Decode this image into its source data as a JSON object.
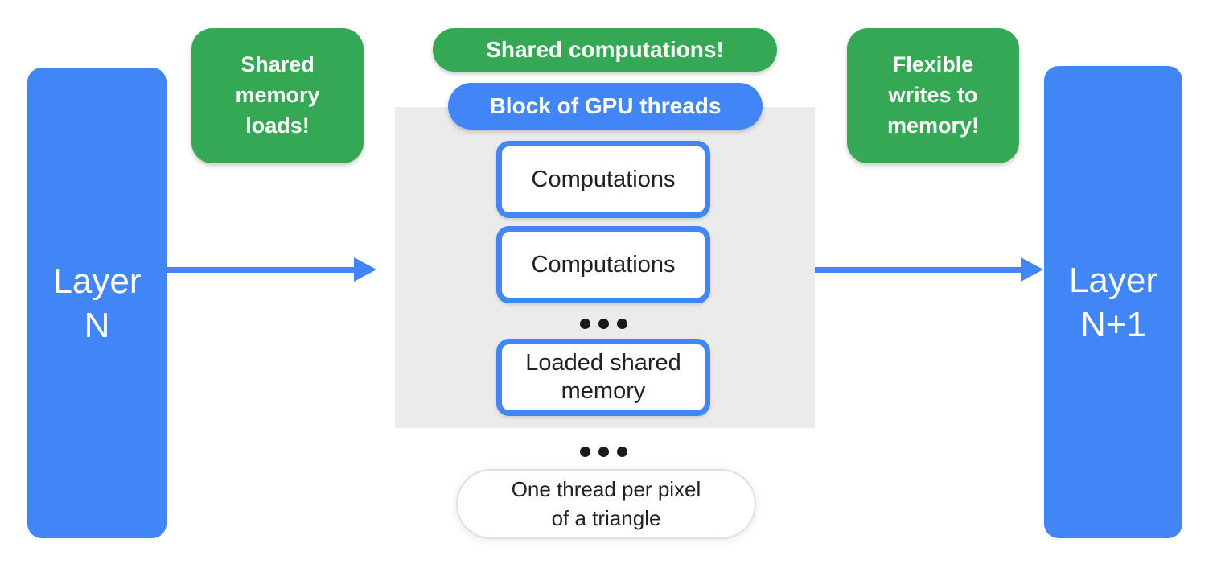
{
  "diagram": {
    "layer_left": {
      "label": "Layer\nN"
    },
    "layer_right": {
      "label": "Layer\nN+1"
    },
    "callout_left": {
      "label": "Shared\nmemory\nloads!"
    },
    "callout_center": {
      "label": "Shared computations!"
    },
    "callout_right": {
      "label": "Flexible\nwrites to\nmemory!"
    },
    "gpu_block": {
      "header": "Block of GPU threads",
      "items": [
        "Computations",
        "Computations",
        "Loaded shared\nmemory"
      ]
    },
    "footer_note": {
      "label": "One thread per pixel\nof a triangle"
    },
    "icons": {
      "ellipsis_inside_block": "ellipsis-dots",
      "ellipsis_below_block": "ellipsis-dots",
      "arrow_into_block": "arrow-right",
      "arrow_out_of_block": "arrow-right"
    },
    "colors": {
      "blue": "#4285F4",
      "green": "#34A853",
      "panel_gray": "#EBEBEB",
      "text_dark": "#202124",
      "pill_border": "#DEE0E3",
      "dot_black": "#1A1A1A",
      "background": "#FFFFFF"
    }
  }
}
